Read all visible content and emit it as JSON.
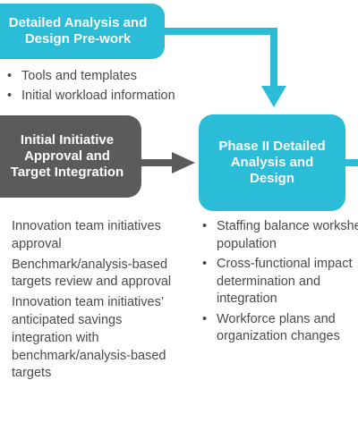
{
  "colors": {
    "teal": "#2bbcd8",
    "gray": "#5a5b5d",
    "text": "#4a4a4a"
  },
  "boxes": {
    "prework": {
      "lines": [
        "Detailed Analysis and",
        "Design Pre-work"
      ]
    },
    "initial": {
      "lines": [
        "Initial Initiative",
        "Approval and",
        "Target Integration"
      ]
    },
    "phase2": {
      "lines": [
        "Phase II Detailed",
        "Analysis and",
        "Design"
      ]
    }
  },
  "lists": {
    "prework": [
      "Tools and templates",
      "Initial workload information"
    ],
    "initial": [
      "Innovation team initiatives approval",
      "Benchmark/analysis-based targets review and approval",
      "Innovation team initiatives’ anticipated savings integration with benchmark/analysis-based targets"
    ],
    "phase2": [
      "Staffing balance worksheet population",
      "Cross-functional impact determination and integration",
      "Workforce plans and organization changes"
    ]
  }
}
